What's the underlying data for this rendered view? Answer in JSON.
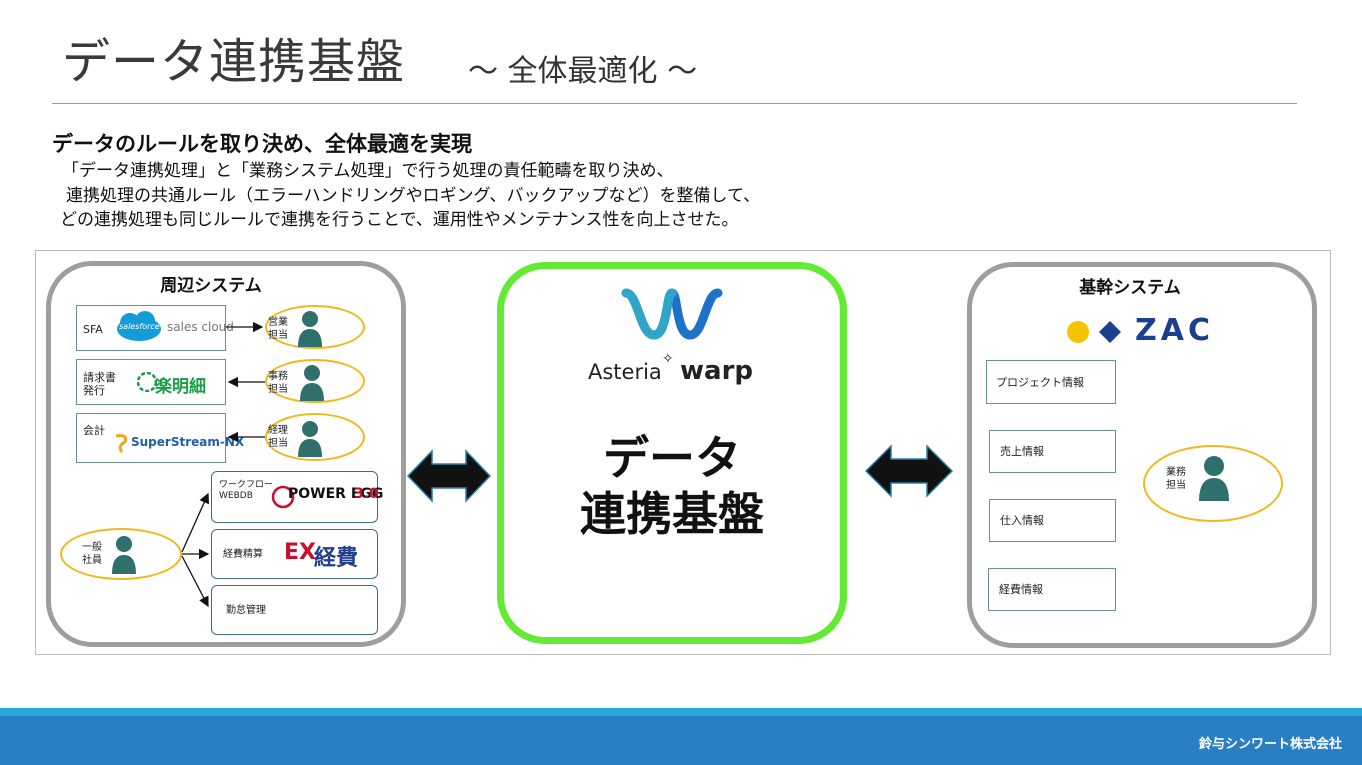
{
  "page": {
    "title": "データ連携基盤",
    "subtitle": "～ 全体最適化 ～",
    "headline": "データのルールを取り決め、全体最適を実現",
    "body_lines": [
      "「データ連携処理」と「業務システム処理」で行う処理の責任範疇を取り決め、",
      "連携処理の共通ルール（エラーハンドリングやロギング、バックアップなど）を整備して、",
      "どの連携処理も同じルールで連携を行うことで、運用性やメンテナンス性を向上させた。"
    ]
  },
  "left_panel": {
    "title": "周辺システム",
    "systems": [
      {
        "label": "SFA",
        "logo_primary": "salesforce",
        "logo_secondary": "sales cloud",
        "actor": [
          "営業",
          "担当"
        ]
      },
      {
        "label": "請求書\n発行",
        "logo_primary": "楽明細",
        "actor": [
          "事務",
          "担当"
        ]
      },
      {
        "label": "会計",
        "logo_primary": "SuperStream-NX",
        "actor": [
          "経理",
          "担当"
        ]
      }
    ],
    "general_user": [
      "一般",
      "社員"
    ],
    "apps": [
      {
        "label": "ワークフロー\nWEBDB",
        "logo_primary": "POWER EGG",
        "logo_version": "3.0"
      },
      {
        "label": "経費精算",
        "logo_primary_a": "EX",
        "logo_primary_b": "経費"
      },
      {
        "label": "勤怠管理"
      }
    ]
  },
  "center": {
    "brand_name_a": "Asteria",
    "brand_name_b": "warp",
    "title_lines": [
      "データ",
      "連携基盤"
    ]
  },
  "right_panel": {
    "title": "基幹システム",
    "logo": "ZAC",
    "items": [
      "プロジェクト情報",
      "売上情報",
      "仕入情報",
      "経費情報"
    ],
    "actor": [
      "業務",
      "担当"
    ]
  },
  "footer": {
    "company": "鈴与シンワート株式会社"
  },
  "colors": {
    "green": "#62ea35",
    "ellipse": "#f2b81e",
    "person": "#2f6f6c",
    "footer": "#2a7fc4",
    "footer_light": "#29a8dc"
  }
}
